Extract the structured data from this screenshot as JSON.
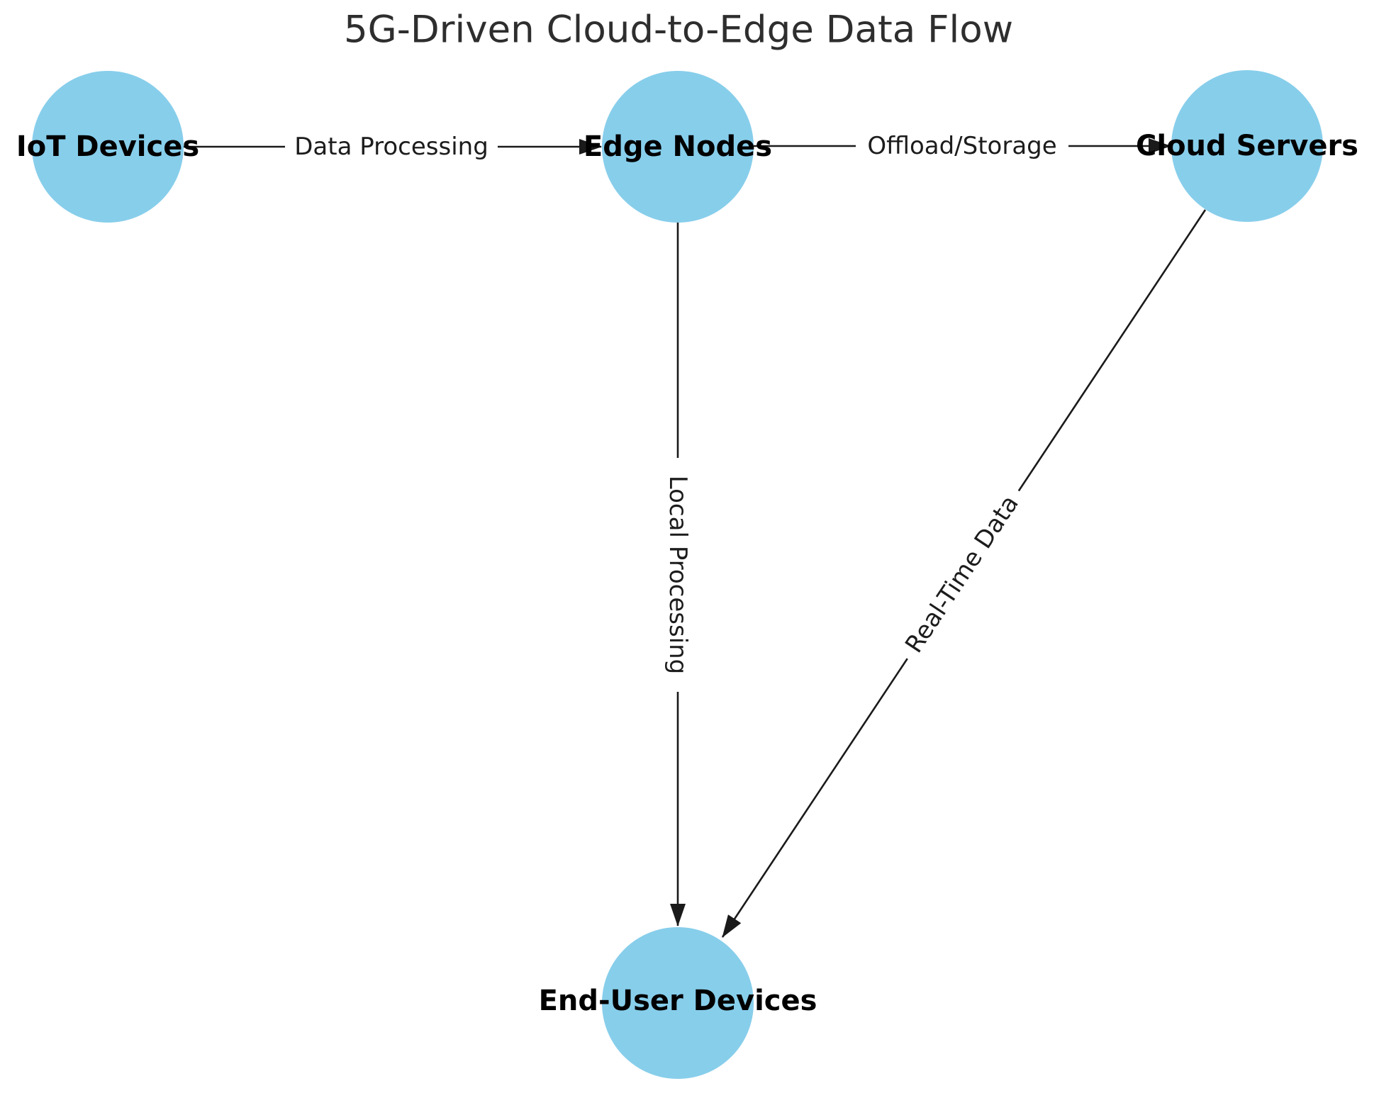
{
  "title": "5G-Driven Cloud-to-Edge Data Flow",
  "colors": {
    "background": "#ffffff",
    "node_fill": "#87CEEB",
    "edge_line": "#1a1a1a",
    "node_label_color": "#000000",
    "edge_label_color": "#1c1c1c",
    "title_color": "#2e2e2e",
    "label_box": "#ffffff"
  },
  "nodes": [
    {
      "id": "iot",
      "label": "IoT Devices"
    },
    {
      "id": "edge",
      "label": "Edge Nodes"
    },
    {
      "id": "cloud",
      "label": "Cloud Servers"
    },
    {
      "id": "enduser",
      "label": "End-User Devices"
    }
  ],
  "edges": [
    {
      "from": "iot",
      "to": "edge",
      "label": "Data Processing"
    },
    {
      "from": "edge",
      "to": "cloud",
      "label": "Offload/Storage"
    },
    {
      "from": "edge",
      "to": "enduser",
      "label": "Local Processing"
    },
    {
      "from": "cloud",
      "to": "enduser",
      "label": "Real-Time Data"
    }
  ]
}
